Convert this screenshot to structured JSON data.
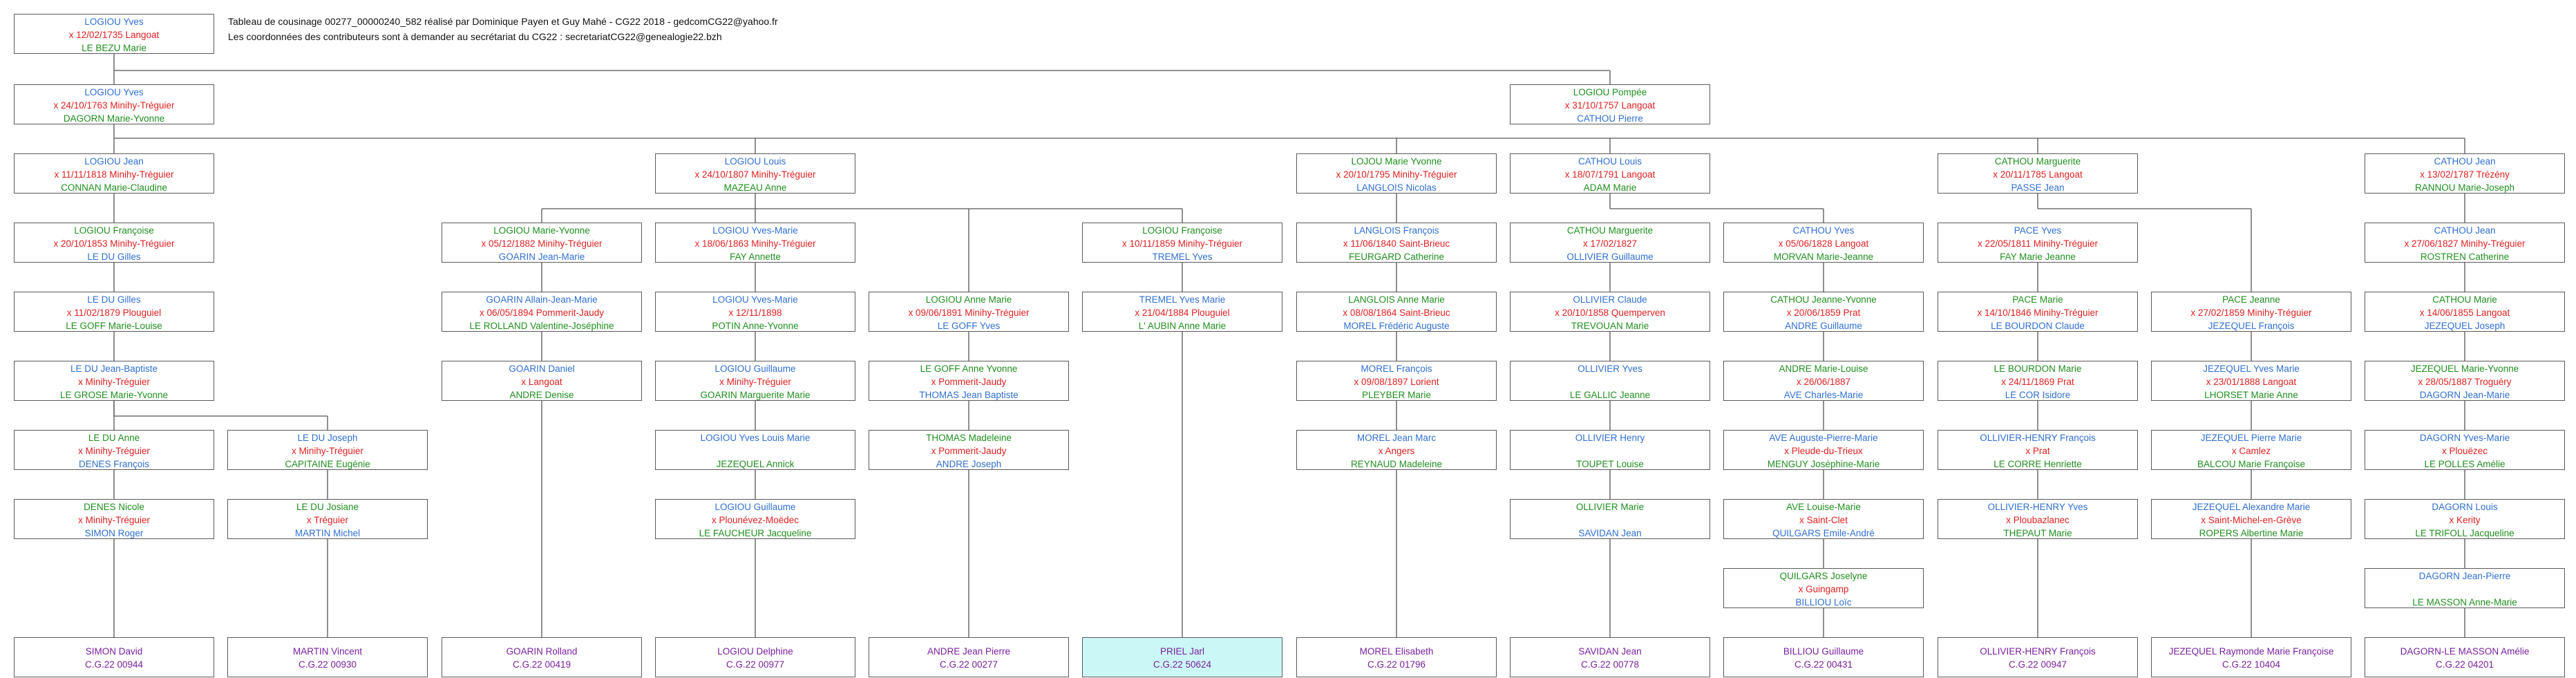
{
  "header": {
    "line1": "Tableau de cousinage 00277_00000240_582 réalisé par Dominique Payen et Guy Mahé - CG22 2018 - gedcomCG22@yahoo.fr",
    "line2": "Les coordonnées des contributeurs sont à demander au secrétariat du CG22 :  secretariatCG22@genealogie22.bzh"
  },
  "colors": {
    "blue": "#2f6fd1",
    "red": "#e02020",
    "green": "#1f8f1f",
    "purple": "#7a1f9e",
    "line": "#555555",
    "highlight": "#ccf7f7"
  },
  "root": {
    "name": "LOGIOU Yves",
    "marriage": "x 12/02/1735 Langoat",
    "spouse": "LE BEZU Marie"
  },
  "gen2": [
    {
      "name": "LOGIOU Yves",
      "marriage": "x 24/10/1763 Minihy-Tréguier",
      "spouse": "DAGORN Marie-Yvonne"
    },
    {
      "name": "LOGIOU Pompée",
      "marriage": "x 31/10/1757 Langoat",
      "spouse": "CATHOU Pierre"
    }
  ],
  "gen3": [
    {
      "name": "LOGIOU Jean",
      "marriage": "x 11/11/1818 Minihy-Tréguier",
      "spouse": "CONNAN Marie-Claudine"
    },
    {
      "name": "LOGIOU Louis",
      "marriage": "x 24/10/1807 Minihy-Tréguier",
      "spouse": "MAZEAU Anne"
    },
    {
      "name": "LOJOU Marie Yvonne",
      "marriage": "x 20/10/1795 Minihy-Tréguier",
      "spouse": "LANGLOIS Nicolas"
    },
    {
      "name": "CATHOU Louis",
      "marriage": "x 18/07/1791 Langoat",
      "spouse": "ADAM Marie"
    },
    {
      "name": "CATHOU Marguerite",
      "marriage": "x 20/11/1785 Langoat",
      "spouse": "PASSE Jean"
    },
    {
      "name": "CATHOU Jean",
      "marriage": "x 13/02/1787 Trézény",
      "spouse": "RANNOU Marie-Joseph"
    }
  ],
  "columns": [
    {
      "boxes": [
        {
          "name": "LOGIOU Françoise",
          "marriage": "x 20/10/1853 Minihy-Tréguier",
          "spouse": "LE DU Gilles"
        },
        {
          "name": "LE DU Gilles",
          "marriage": "x 11/02/1879 Plouguiel",
          "spouse": "LE GOFF Marie-Louise"
        },
        {
          "name": "LE DU Jean-Baptiste",
          "marriage": "x          Minihy-Tréguier",
          "spouse": "LE GROSE Marie-Yvonne"
        },
        {
          "name": "LE DU Anne",
          "marriage": "x          Minihy-Tréguier",
          "spouse": "DENES François"
        },
        {
          "name": "DENES Nicole",
          "marriage": "x          Minihy-Tréguier",
          "spouse": "SIMON Roger"
        }
      ],
      "contributor": {
        "name": "SIMON David",
        "code": "C.G.22 00944"
      }
    },
    {
      "boxes": [
        {
          "name": "LE DU Joseph",
          "marriage": "x          Minihy-Tréguier",
          "spouse": "CAPITAINE Eugénie"
        },
        {
          "name": "LE DU Josiane",
          "marriage": "x          Tréguier",
          "spouse": "MARTIN Michel"
        }
      ],
      "contributor": {
        "name": "MARTIN Vincent",
        "code": "C.G.22 00930"
      }
    },
    {
      "boxes": [
        {
          "name": "LOGIOU Marie-Yvonne",
          "marriage": "x 05/12/1882 Minihy-Tréguier",
          "spouse": "GOARIN Jean-Marie"
        },
        {
          "name": "GOARIN Allain-Jean-Marie",
          "marriage": "x 06/05/1894 Pommerit-Jaudy",
          "spouse": "LE ROLLAND Valentine-Joséphine"
        },
        {
          "name": "GOARIN Daniel",
          "marriage": "x          Langoat",
          "spouse": "ANDRE Denise"
        }
      ],
      "contributor": {
        "name": "GOARIN Rolland",
        "code": "C.G.22 00419"
      }
    },
    {
      "boxes": [
        {
          "name": "LOGIOU Yves-Marie",
          "marriage": "x 18/06/1863 Minihy-Tréguier",
          "spouse": "FAY Annette"
        },
        {
          "name": "LOGIOU Yves-Marie",
          "marriage": "x 12/11/1898",
          "spouse": "POTIN Anne-Yvonne"
        },
        {
          "name": "LOGIOU Guillaume",
          "marriage": "x          Minihy-Tréguier",
          "spouse": "GOARIN Marguerite Marie"
        },
        {
          "name": "LOGIOU Yves Louis Marie",
          "marriage": "",
          "spouse": "JEZEQUEL Annick"
        },
        {
          "name": "LOGIOU Guillaume",
          "marriage": "x          Plounévez-Moëdec",
          "spouse": "LE FAUCHEUR Jacqueline"
        }
      ],
      "contributor": {
        "name": "LOGIOU Delphine",
        "code": "C.G.22 00977"
      }
    },
    {
      "boxes": [
        {
          "name": "LOGIOU Anne Marie",
          "marriage": "x 09/06/1891 Minihy-Tréguier",
          "spouse": "LE GOFF Yves"
        },
        {
          "name": "LE GOFF Anne Yvonne",
          "marriage": "x          Pommerit-Jaudy",
          "spouse": "THOMAS Jean Baptiste"
        },
        {
          "name": "THOMAS Madeleine",
          "marriage": "x          Pommerit-Jaudy",
          "spouse": "ANDRE Joseph"
        }
      ],
      "contributor": {
        "name": "ANDRE Jean Pierre",
        "code": "C.G.22 00277"
      }
    },
    {
      "boxes": [
        {
          "name": "LOGIOU Françoise",
          "marriage": "x 10/11/1859 Minihy-Tréguier",
          "spouse": "TREMEL Yves"
        },
        {
          "name": "TREMEL Yves Marie",
          "marriage": "x 21/04/1884 Plouguiel",
          "spouse": "L' AUBIN Anne Marie"
        }
      ],
      "contributor": {
        "name": "PRIEL Jarl",
        "code": "C.G.22 50624",
        "highlight": true
      }
    },
    {
      "boxes": [
        {
          "name": "LANGLOIS François",
          "marriage": "x 11/06/1840 Saint-Brieuc",
          "spouse": "FEURGARD Catherine"
        },
        {
          "name": "LANGLOIS Anne Marie",
          "marriage": "x 08/08/1864 Saint-Brieuc",
          "spouse": "MOREL Frédéric Auguste"
        },
        {
          "name": "MOREL François",
          "marriage": "x 09/08/1897 Lorient",
          "spouse": "PLEYBER Marie"
        },
        {
          "name": "MOREL Jean Marc",
          "marriage": "x          Angers",
          "spouse": "REYNAUD Madeleine"
        }
      ],
      "contributor": {
        "name": "MOREL Elisabeth",
        "code": "C.G.22 01796"
      }
    },
    {
      "boxes": [
        {
          "name": "CATHOU Marguerite",
          "marriage": "x 17/02/1827",
          "spouse": "OLLIVIER Guillaume"
        },
        {
          "name": "OLLIVIER Claude",
          "marriage": "x 20/10/1858 Quemperven",
          "spouse": "TREVOUAN Marie"
        },
        {
          "name": "OLLIVIER Yves",
          "marriage": "",
          "spouse": "LE GALLIC Jeanne"
        },
        {
          "name": "OLLIVIER Henry",
          "marriage": "",
          "spouse": "TOUPET Louise"
        },
        {
          "name": "OLLIVIER Marie",
          "marriage": "",
          "spouse": "SAVIDAN Jean"
        }
      ],
      "contributor": {
        "name": "SAVIDAN Jean",
        "code": "C.G.22 00778"
      }
    },
    {
      "boxes": [
        {
          "name": "CATHOU Yves",
          "marriage": "x 05/06/1828 Langoat",
          "spouse": "MORVAN Marie-Jeanne"
        },
        {
          "name": "CATHOU Jeanne-Yvonne",
          "marriage": "x 20/06/1859 Prat",
          "spouse": "ANDRE Guillaume"
        },
        {
          "name": "ANDRE Marie-Louise",
          "marriage": "x 26/06/1887",
          "spouse": "AVE Charles-Marie"
        },
        {
          "name": "AVE Auguste-Pierre-Marie",
          "marriage": "x          Pleude-du-Trieux",
          "spouse": "MENGUY Joséphine-Marie"
        },
        {
          "name": "AVE Louise-Marie",
          "marriage": "x          Saint-Clet",
          "spouse": "QUILGARS Emile-André"
        },
        {
          "name": "QUILGARS Joselyne",
          "marriage": "x          Guingamp",
          "spouse": "BILLIOU Loïc"
        }
      ],
      "contributor": {
        "name": "BILLIOU Guillaume",
        "code": "C.G.22 00431"
      }
    },
    {
      "boxes": [
        {
          "name": "PACE Yves",
          "marriage": "x 22/05/1811 Minihy-Tréguier",
          "spouse": "FAY Marie Jeanne"
        },
        {
          "name": "PACE Marie",
          "marriage": "x 14/10/1846 Minihy-Tréguier",
          "spouse": "LE BOURDON Claude"
        },
        {
          "name": "LE BOURDON Marie",
          "marriage": "x 24/11/1869 Prat",
          "spouse": "LE COR Isidore"
        },
        {
          "name": "OLLIVIER-HENRY François",
          "marriage": "x          Prat",
          "spouse": "LE CORRE Henriette"
        },
        {
          "name": "OLLIVIER-HENRY Yves",
          "marriage": "x          Ploubazlanec",
          "spouse": "THEPAUT Marie"
        }
      ],
      "contributor": {
        "name": "OLLIVIER-HENRY François",
        "code": "C.G.22 00947"
      }
    },
    {
      "boxes": [
        {
          "name": "PACE Jeanne",
          "marriage": "x 27/02/1859 Minihy-Tréguier",
          "spouse": "JEZEQUEL François"
        },
        {
          "name": "JEZEQUEL Yves Marie",
          "marriage": "x 23/01/1888 Langoat",
          "spouse": "LHORSET Marie Anne"
        },
        {
          "name": "JEZEQUEL Pierre Marie",
          "marriage": "x          Camlez",
          "spouse": "BALCOU Marie Françoise"
        },
        {
          "name": "JEZEQUEL Alexandre Marie",
          "marriage": "x          Saint-Michel-en-Grève",
          "spouse": "ROPERS Albertine Marie"
        }
      ],
      "contributor": {
        "name": "JEZEQUEL Raymonde Marie Françoise",
        "code": "C.G.22 10404"
      }
    },
    {
      "boxes": [
        {
          "name": "CATHOU Jean",
          "marriage": "x 27/06/1827 Minihy-Tréguier",
          "spouse": "ROSTREN Catherine"
        },
        {
          "name": "CATHOU Marie",
          "marriage": "x 14/06/1855 Langoat",
          "spouse": "JEZEQUEL Joseph"
        },
        {
          "name": "JEZEQUEL Marie-Yvonne",
          "marriage": "x 28/05/1887 Troguéry",
          "spouse": "DAGORN Jean-Marie"
        },
        {
          "name": "DAGORN Yves-Marie",
          "marriage": "x          Plouëzec",
          "spouse": "LE POLLES Amélie"
        },
        {
          "name": "DAGORN Louis",
          "marriage": "x          Kerity",
          "spouse": "LE TRIFOLL Jacqueline"
        },
        {
          "name": "DAGORN Jean-Pierre",
          "marriage": "",
          "spouse": "LE MASSON Anne-Marie"
        }
      ],
      "contributor": {
        "name": "DAGORN-LE MASSON Amélie",
        "code": "C.G.22 04201"
      }
    }
  ]
}
